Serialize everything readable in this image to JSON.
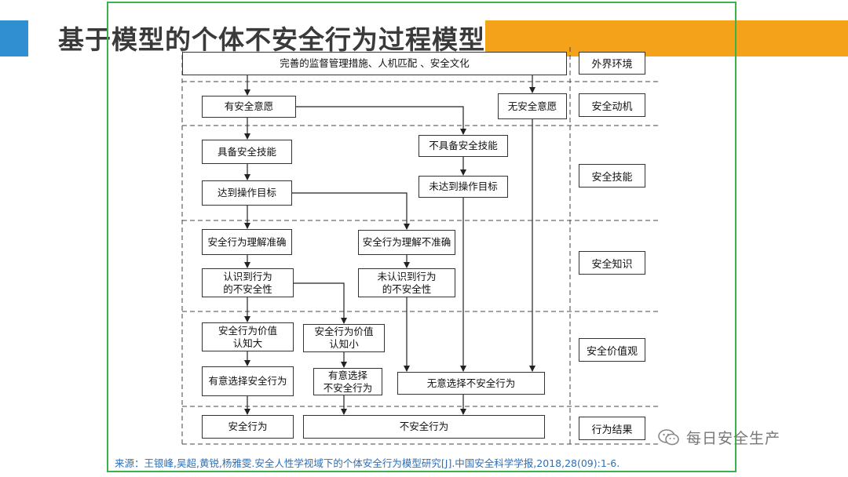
{
  "slide": {
    "title": "基于模型的个体不安全行为过程模型",
    "source": "来源：王银峰,吴超,黄锐,杨雅雯.安全人性学视域下的个体安全行为模型研究[J].中国安全科学学报,2018,28(09):1-6.",
    "watermark": "每日安全生产"
  },
  "diagram": {
    "layers": [
      "外界环境",
      "安全动机",
      "安全技能",
      "安全知识",
      "安全价值观",
      "行为结果"
    ],
    "nodes": {
      "env": "完善的监督管理措施、人机匹配 、安全文化",
      "willing": "有安全意愿",
      "unwilling": "无安全意愿",
      "skilled": "具备安全技能",
      "unskilled": "不具备安全技能",
      "reach_goal": "达到操作目标",
      "miss_goal": "未达到操作目标",
      "understand_ok": "安全行为理解准确",
      "understand_bad": "安全行为理解不准确",
      "aware": "认识到行为\n的不安全性",
      "unaware": "未认识到行为\n的不安全性",
      "value_high": "安全行为价值\n认知大",
      "value_low": "安全行为价值\n认知小",
      "choose_safe": "有意选择安全行为",
      "choose_unsafe": "有意选择\n不安全行为",
      "unintended_unsafe": "无意选择不安全行为",
      "result_safe": "安全行为",
      "result_unsafe": "不安全行为"
    }
  }
}
